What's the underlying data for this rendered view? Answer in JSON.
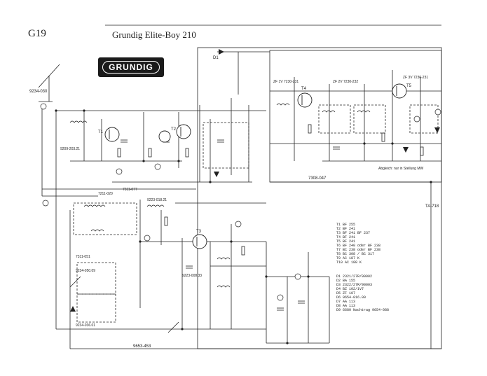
{
  "header": {
    "page_code": "G19",
    "title": "Grundig Elite-Boy 210",
    "logo_text": "GRUNDIG"
  },
  "transistor_list": [
    "T1  BF 255",
    "T2  BF 241",
    "T3  BF 241    BF 237",
    "T4  BF 241",
    "T5  BF 241",
    "T6  BF 240 oder BF 238",
    "T7  BC 238 oder BF 238",
    "T8  BC 308 / BC 317",
    "T9  AC 187 K",
    "T10 AC 188 K"
  ],
  "diode_list": [
    "D1  2321/27R/90002",
    "D2  BA 155",
    "D3  2322/27R/90003",
    "D4  BZ 102/1V7",
    "D5  ZF 107",
    "D6  9654-016.00",
    "D7  AA 113",
    "D8  AA 113",
    "D9  6680 Nachtrag 9654-088"
  ],
  "part_labels": {
    "ant": "9234-030",
    "l_rf": "9209-203.21",
    "osc_coil": "7211-020",
    "mod_coil": "9223-018.21",
    "ls_coil": "7311-077",
    "t1": "T1",
    "t2": "T2",
    "t3": "T3",
    "t4": "T4",
    "t5": "T5",
    "d1": "D1",
    "zf1": "ZF 1V 7230-231",
    "zf2": "ZF 2V 7230-232",
    "zf3": "ZF 3V 7230-231",
    "zf_bot": "7308-047",
    "sw1": "7311-051",
    "sw2": "9234-050.09",
    "sw3": "9234-036.01",
    "cbot": "9653-453",
    "xtal": "9223-008.33",
    "note": "Abgleich: nur in Stellung MW",
    "tail": "TA-718"
  }
}
